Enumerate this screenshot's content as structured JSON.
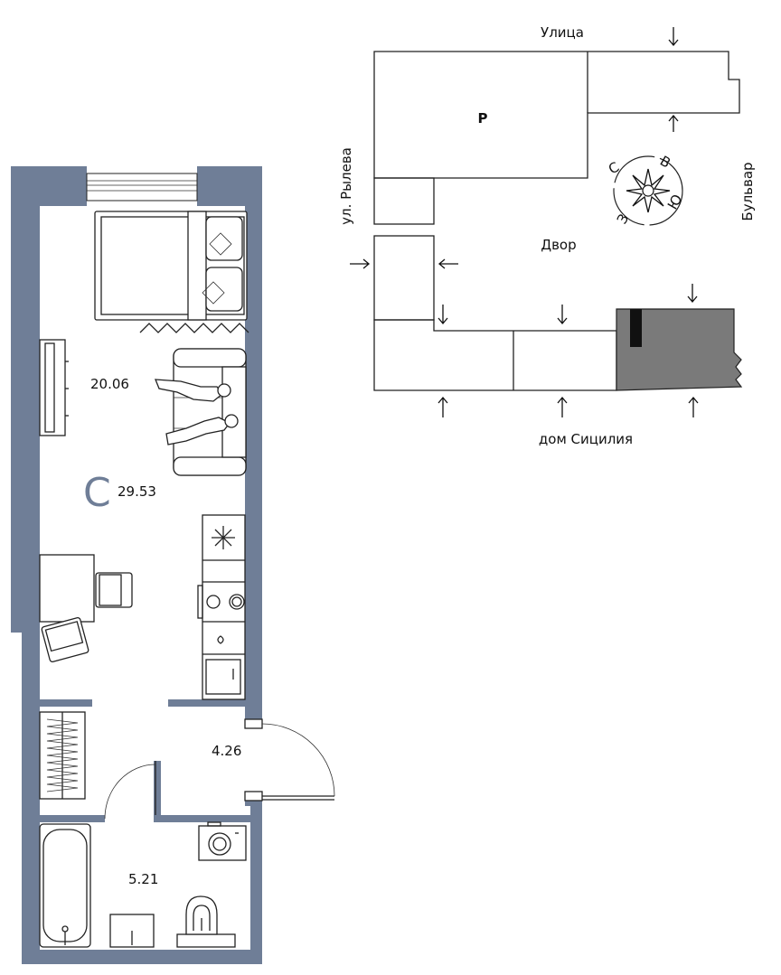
{
  "site_plan": {
    "street_top": "Улица",
    "street_left": "ул. Рылева",
    "street_right": "Бульвар",
    "courtyard": "Двор",
    "neighbor_building": "дом Сицилия",
    "building_mark": "Р",
    "compass": {
      "north": "С",
      "east": "В",
      "south": "Ю",
      "west": "З"
    }
  },
  "apartment": {
    "living_room_area": "20.06",
    "total_area_mark": "С",
    "total_area": "29.53",
    "hallway_area": "4.26",
    "bathroom_area": "5.21"
  },
  "colors": {
    "walls": "#6f7e97",
    "highlight": "#7a7a7a"
  }
}
